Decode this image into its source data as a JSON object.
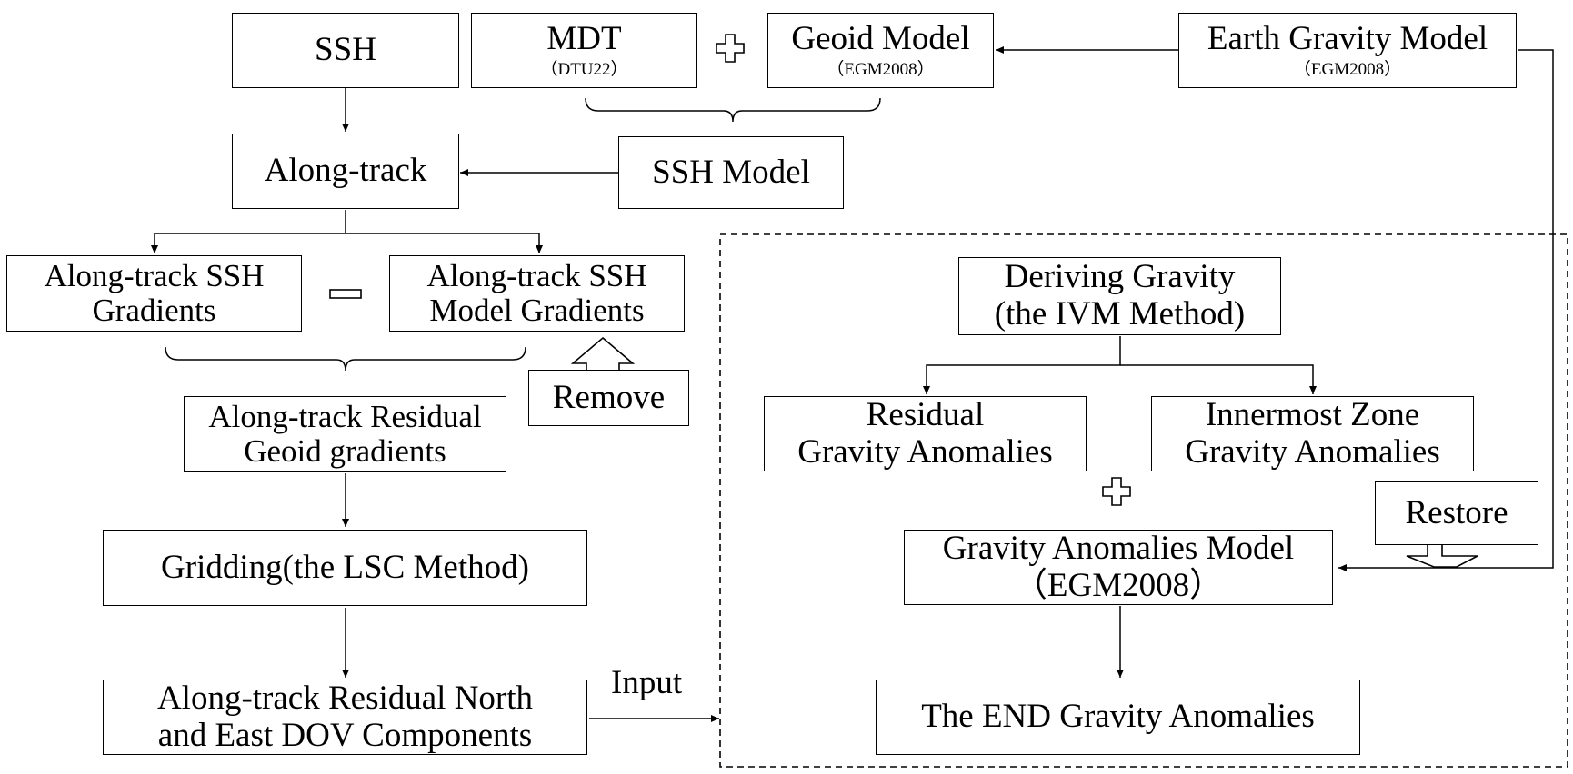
{
  "boxes": {
    "ssh": "SSH",
    "mdt": {
      "title": "MDT",
      "sub": "（DTU22）"
    },
    "geoid": {
      "title": "Geoid Model",
      "sub": "（EGM2008）"
    },
    "egm": {
      "title": "Earth Gravity Model",
      "sub": "（EGM2008）"
    },
    "along_track": "Along-track",
    "ssh_model": "SSH Model",
    "at_ssh_grad": [
      "Along-track SSH",
      "Gradients"
    ],
    "at_model_grad": [
      "Along-track SSH",
      "Model Gradients"
    ],
    "remove": "Remove",
    "residual_geoid": [
      "Along-track Residual",
      "Geoid gradients"
    ],
    "gridding": "Gridding(the LSC Method)",
    "dov": [
      "Along-track Residual North",
      "and East DOV Components"
    ],
    "deriving": [
      "Deriving Gravity",
      "(the IVM Method)"
    ],
    "residual_grav": [
      "Residual",
      "Gravity Anomalies"
    ],
    "innermost": [
      "Innermost Zone",
      "Gravity Anomalies"
    ],
    "restore": "Restore",
    "grav_model": [
      "Gravity Anomalies Model",
      "（EGM2008）"
    ],
    "end": "The END Gravity Anomalies"
  },
  "labels": {
    "input": "Input"
  },
  "operators": {
    "plus": "plus-sign",
    "minus": "minus-sign"
  }
}
